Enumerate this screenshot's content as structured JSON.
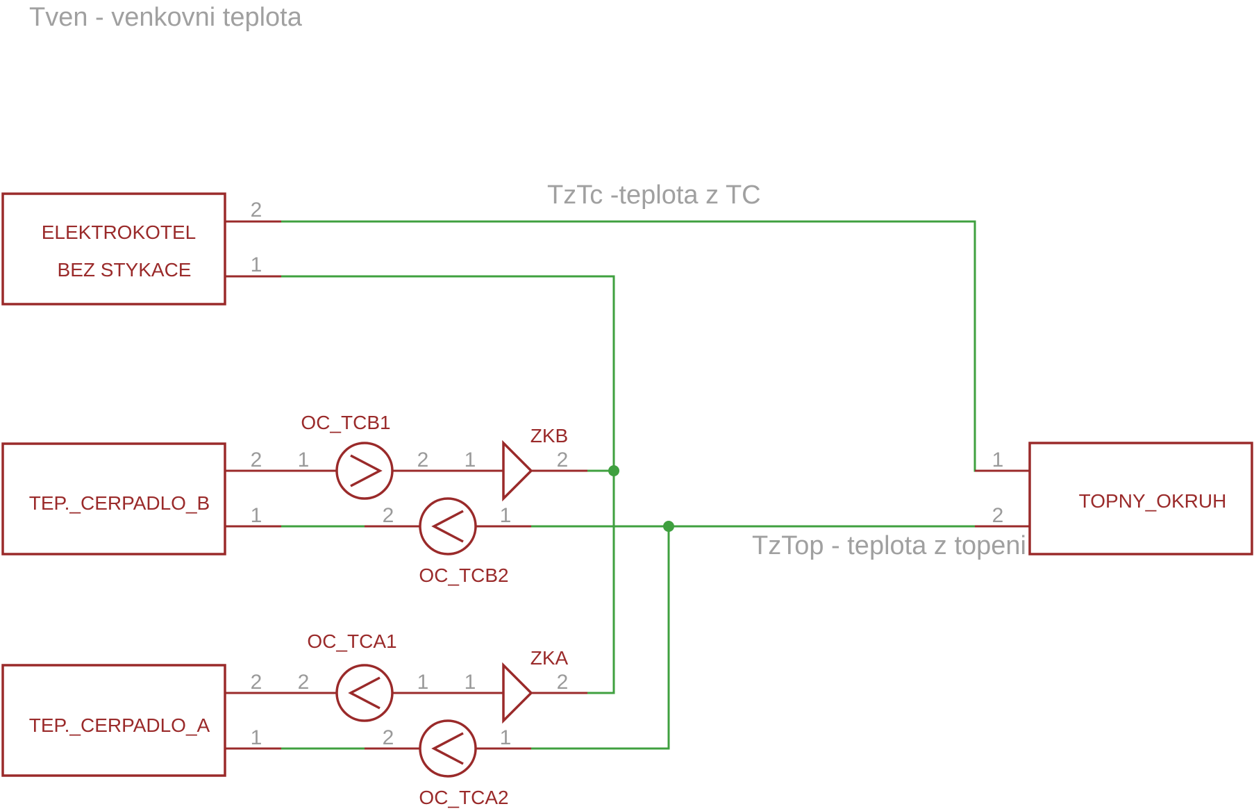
{
  "colors": {
    "part": "#9a2a2a",
    "wire": "#3fa03f",
    "pin_number": "#9a9a9a",
    "net_label": "#a0a0a0",
    "background": "#ffffff"
  },
  "net_labels": {
    "tven": "Tven - venkovni teplota",
    "tztc": "TzTc -teplota z TC",
    "tztop": "TzTop - teplota z topeni"
  },
  "parts": {
    "elektrokotel": {
      "line1": "ELEKTROKOTEL",
      "line2": "BEZ STYKACE",
      "pin_top": "2",
      "pin_bottom": "1"
    },
    "cerpadlo_b": {
      "name": "TEP._CERPADLO_B",
      "pin_top": "2",
      "pin_bottom": "1"
    },
    "cerpadlo_a": {
      "name": "TEP._CERPADLO_A",
      "pin_top": "2",
      "pin_bottom": "1"
    },
    "topny_okruh": {
      "name": "TOPNY_OKRUH",
      "pin_top": "1",
      "pin_bottom": "2"
    },
    "oc_tcb1": {
      "name": "OC_TCB1",
      "pin_left": "1",
      "pin_right": "2",
      "icon": "gt-icon"
    },
    "oc_tcb2": {
      "name": "OC_TCB2",
      "pin_left": "2",
      "pin_right": "1",
      "icon": "lt-icon"
    },
    "oc_tca1": {
      "name": "OC_TCA1",
      "pin_left": "2",
      "pin_right": "1",
      "icon": "lt-icon"
    },
    "oc_tca2": {
      "name": "OC_TCA2",
      "pin_left": "2",
      "pin_right": "1",
      "icon": "lt-icon"
    },
    "zkb": {
      "name": "ZKB",
      "pin_left": "1",
      "pin_right": "2",
      "icon": "valve-triangle-icon"
    },
    "zka": {
      "name": "ZKA",
      "pin_left": "1",
      "pin_right": "2",
      "icon": "valve-triangle-icon"
    }
  }
}
